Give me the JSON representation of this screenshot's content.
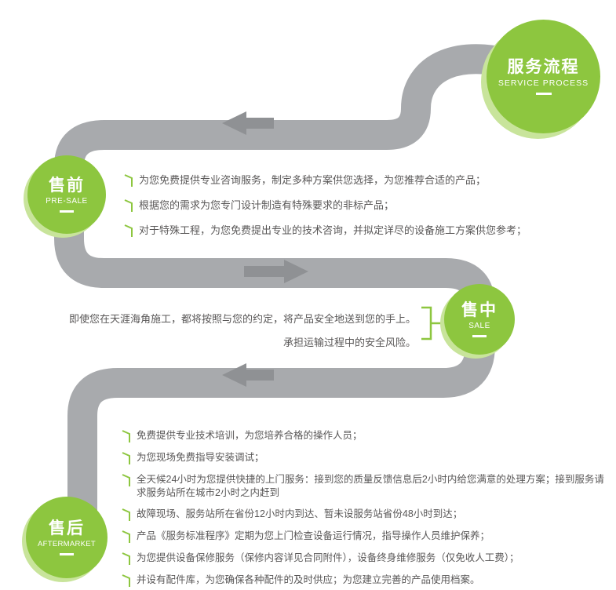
{
  "badge": {
    "title": "服务流程",
    "subtitle": "SERVICE PROCESS"
  },
  "stages": {
    "presale": {
      "title": "售前",
      "subtitle": "PRE-SALE",
      "items": [
        "为您免费提供专业咨询服务，制定多种方案供您选择，为您推荐合适的产品；",
        "根据您的需求为您专门设计制造有特殊要求的非标产品；",
        "对于特殊工程，为您免费提出专业的技术咨询，并拟定详尽的设备施工方案供您参考；"
      ]
    },
    "sale": {
      "title": "售中",
      "subtitle": "SALE",
      "lines": [
        "即使您在天涯海角施工，都将按照与您的约定，将产品安全地送到您的手上。",
        "承担运输过程中的安全风险。"
      ]
    },
    "aftermarket": {
      "title": "售后",
      "subtitle": "AFTERMARKET",
      "items": [
        "免费提供专业技术培训，为您培养合格的操作人员；",
        "为您现场免费指导安装调试；",
        "全天候24小时为您提供快捷的上门服务：接到您的质量反馈信息后2小时内给您满意的处理方案；接到服务请求服务站所在城市2小时之内赶到",
        "故障现场、服务站所在省份12小时内到达、暂未设服务站省份48小时到达；",
        "产品《服务标准程序》定期为您上门检查设备运行情况，指导操作人员维护保养；",
        "为您提供设备保修服务（保修内容详见合同附件），设备终身维修服务（仅免收人工费）；",
        "并设有配件库，为您确保各种配件的及时供应；为您建立完善的产品使用档案。"
      ]
    }
  },
  "decor": {
    "arrows": [
      "left",
      "right",
      "left"
    ],
    "path_shape": "winding-road"
  },
  "colors": {
    "green": "#8dc63f",
    "green_light": "#c8e49b",
    "path_gray": "#a8aaad",
    "arrow_gray": "#8f9194",
    "text": "#595757"
  }
}
